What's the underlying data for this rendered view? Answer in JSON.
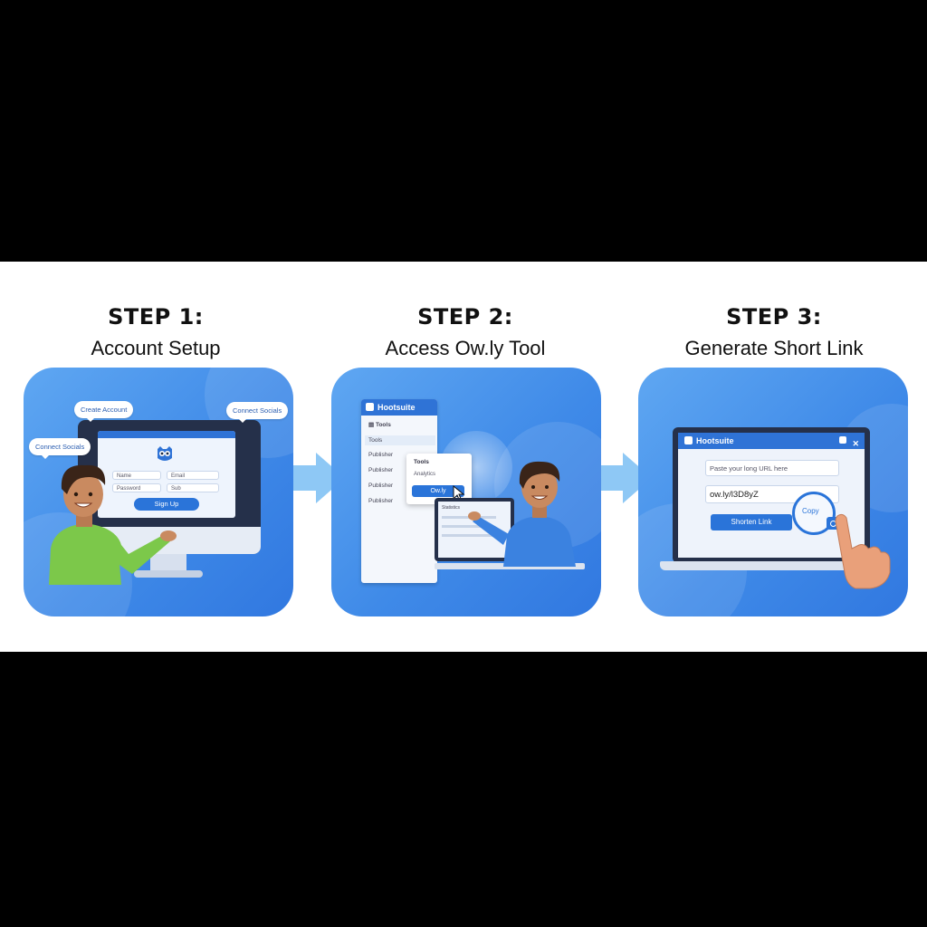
{
  "colors": {
    "panel": "#3f8ae8",
    "arrow": "#8ec8f5",
    "button": "#2a74d9",
    "shirt_green": "#7cc84a",
    "shirt_blue": "#3b82e0"
  },
  "steps": [
    {
      "label": "STEP 1:",
      "title": "Account Setup"
    },
    {
      "label": "STEP 2:",
      "title": "Access Ow.ly Tool"
    },
    {
      "label": "STEP 3:",
      "title": "Generate Short Link"
    }
  ],
  "step1": {
    "bubbles": [
      "Create Account",
      "Connect Socials",
      "Connect Socials"
    ],
    "fields": [
      "Name",
      "Email",
      "Password",
      "Sub"
    ],
    "signup_label": "Sign Up"
  },
  "step2": {
    "brand": "Hootsuite",
    "menu": [
      "Tools",
      "Tools",
      "Publisher",
      "Publisher",
      "Publisher",
      "Publisher"
    ],
    "popup_title": "Tools",
    "popup_item": "Analytics",
    "owly_label": "Ow.ly",
    "screen_label": "Statistics"
  },
  "step3": {
    "brand": "Hootsuite",
    "url_placeholder": "Paste your long URL here",
    "short_url": "ow.ly/l3D8yZ",
    "shorten_label": "Shorten Link",
    "copy_label": "Copy"
  }
}
